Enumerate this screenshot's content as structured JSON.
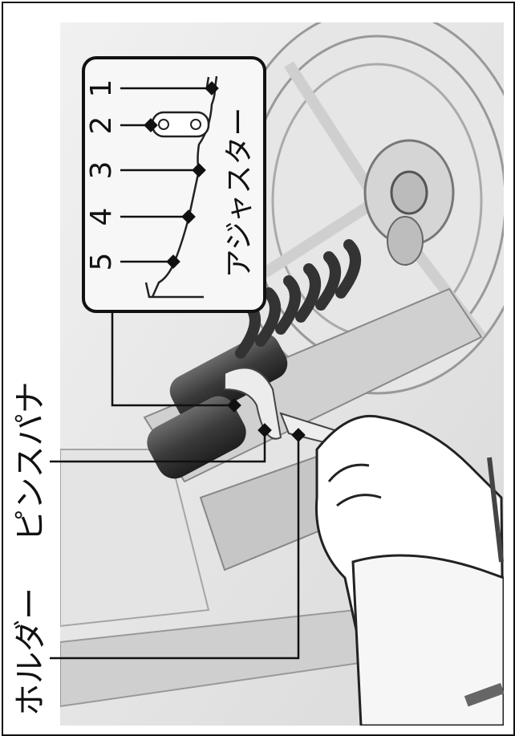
{
  "labels": {
    "holder": "ホルダー",
    "pin_spanner": "ピンスパナ",
    "adjuster": "アジャスター"
  },
  "adjuster_positions": [
    "1",
    "2",
    "3",
    "4",
    "5"
  ]
}
